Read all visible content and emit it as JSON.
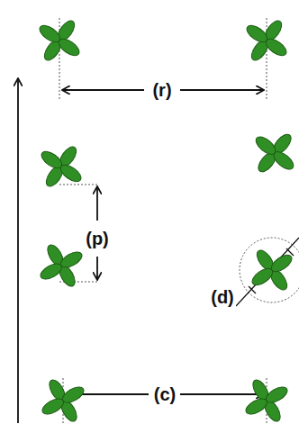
{
  "diagram": {
    "labels": [
      "(r)",
      "(p)",
      "(d)",
      "(c)"
    ]
  }
}
